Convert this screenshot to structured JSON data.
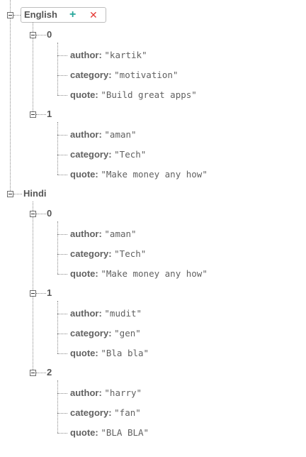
{
  "tree": {
    "english": {
      "label": "English",
      "add_icon": "plus-icon",
      "delete_icon": "close-icon",
      "accent_add": "#26a69a",
      "accent_delete": "#e53935",
      "items": [
        {
          "index": "0",
          "author": "\"kartik\"",
          "category": "\"motivation\"",
          "quote": "\"Build great apps\""
        },
        {
          "index": "1",
          "author": "\"aman\"",
          "category": "\"Tech\"",
          "quote": "\"Make money any how\""
        }
      ]
    },
    "hindi": {
      "label": "Hindi",
      "items": [
        {
          "index": "0",
          "author": "\"aman\"",
          "category": "\"Tech\"",
          "quote": "\"Make money any how\""
        },
        {
          "index": "1",
          "author": "\"mudit\"",
          "category": "\"gen\"",
          "quote": "\"Bla bla\""
        },
        {
          "index": "2",
          "author": "\"harry\"",
          "category": "\"fan\"",
          "quote": "\"BLA BLA\""
        }
      ]
    },
    "field_labels": {
      "author": "author:",
      "category": "category:",
      "quote": "quote:"
    }
  }
}
